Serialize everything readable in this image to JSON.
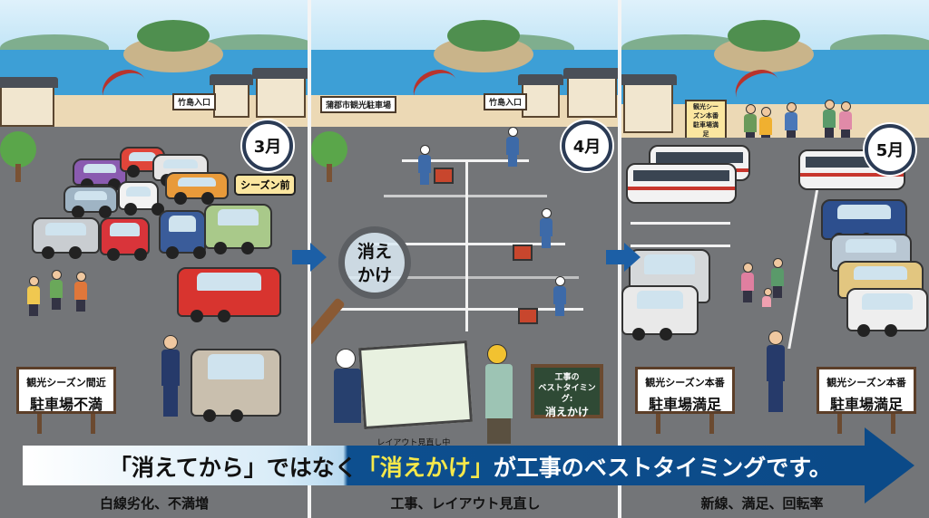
{
  "panels": [
    {
      "month": "3月",
      "badge": "シーズン前",
      "shop_sign": "竹島入口",
      "board": {
        "small": "観光シーズン間近",
        "big": "駐車場不満"
      },
      "caption": "白線劣化、不満増"
    },
    {
      "month": "4月",
      "parking_sign": "蒲郡市観光駐車場",
      "shop_sign": "竹島入口",
      "magnifier": [
        "消え",
        "かけ"
      ],
      "blueprint_label": "レイアウト見直し中",
      "blackboard": {
        "line1": "工事の",
        "line2": "ベストタイミング:",
        "line3": "消えかけ"
      },
      "caption": "工事、レイアウト見直し"
    },
    {
      "month": "5月",
      "small_sign": "観光シーズン本番 駐車場満足",
      "board_left": {
        "small": "観光シーズン本番",
        "big": "駐車場満足"
      },
      "board_right": {
        "small": "観光シーズン本番",
        "big": "駐車場満足"
      },
      "caption": "新線、満足、回転率"
    }
  ],
  "banner": {
    "part1": "「消えてから」ではなく",
    "highlight": "「消えかけ」",
    "part2": "が工事のベストタイミングです。"
  },
  "colors": {
    "banner_blue": "#0b4a88",
    "highlight": "#f6e84a",
    "asphalt": "#737578"
  }
}
